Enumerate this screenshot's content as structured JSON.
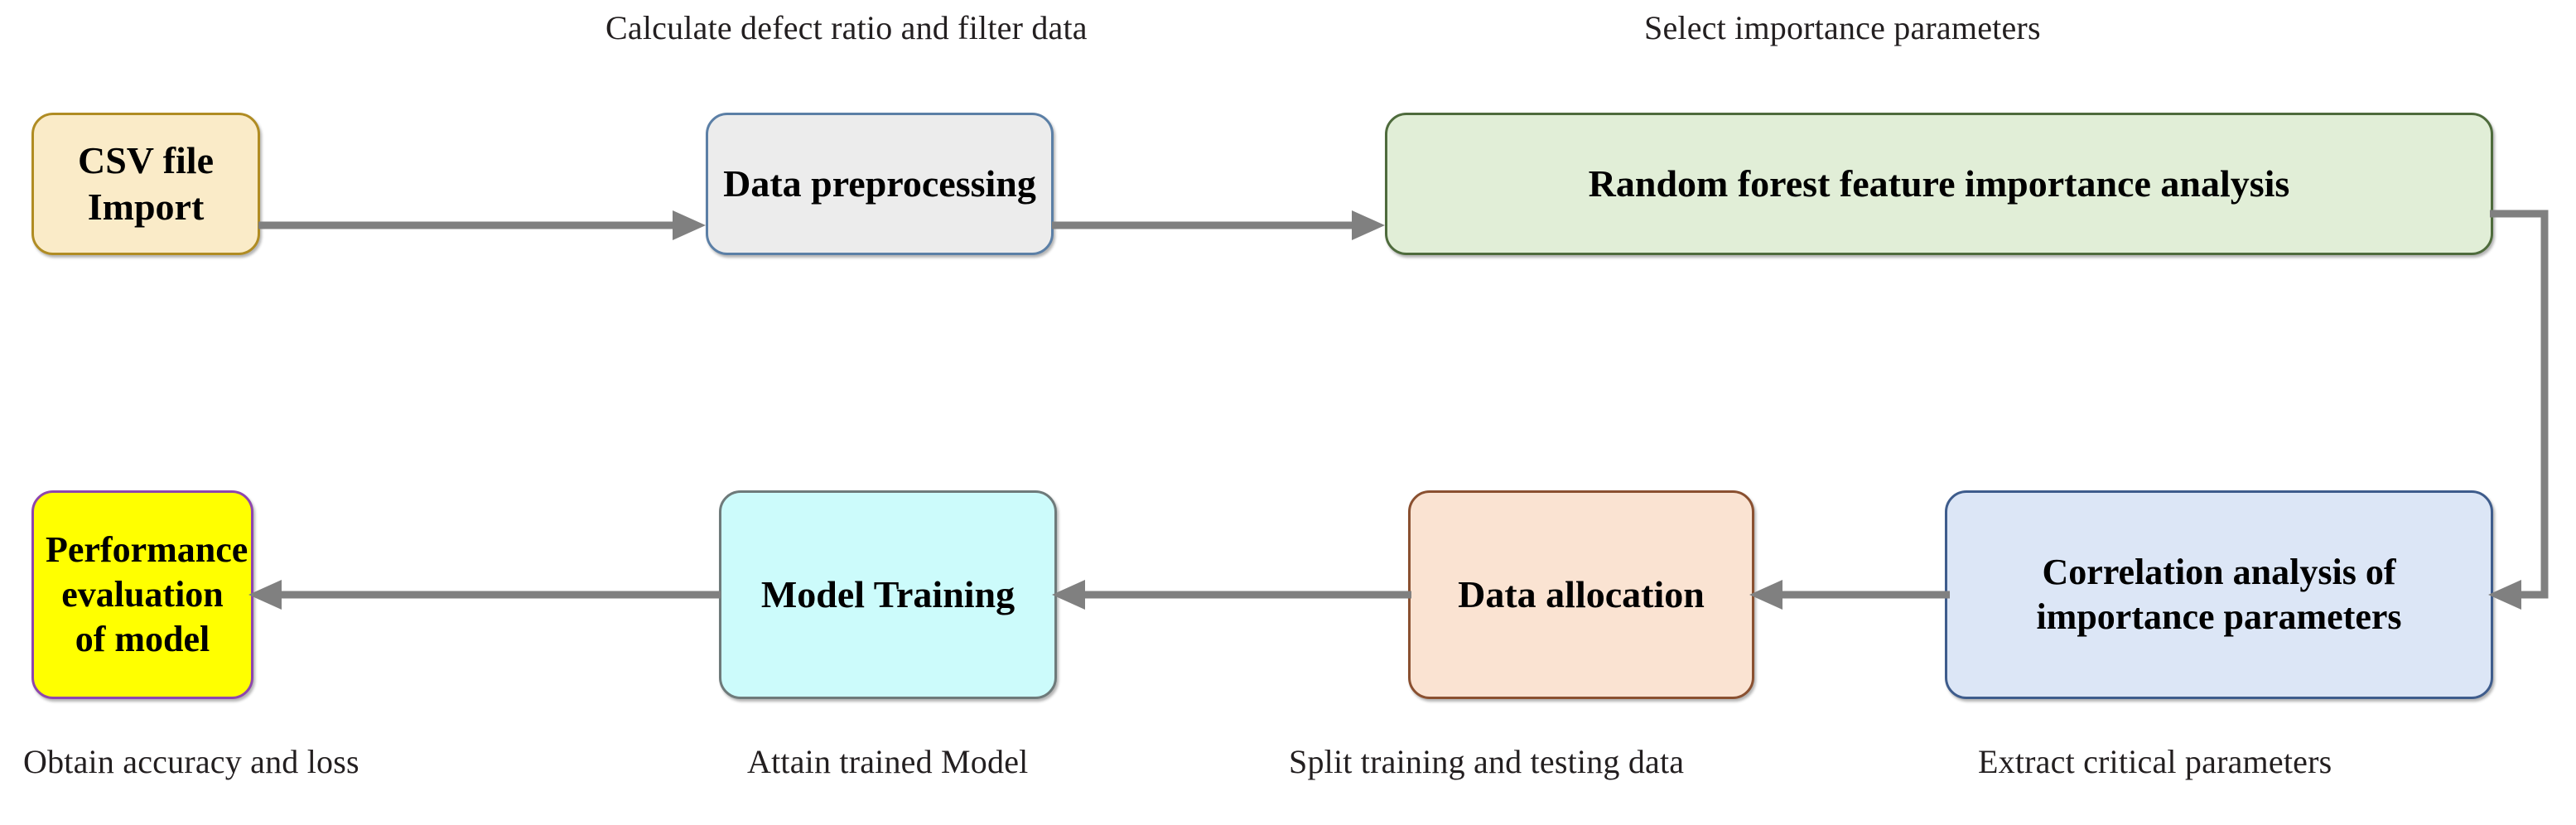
{
  "diagram": {
    "title": "Machine learning workflow flowchart",
    "background": "#ffffff",
    "connector_color": "#808080"
  },
  "annotations_top": [
    {
      "id": "ann-calc",
      "text": "Calculate defect ratio and filter data"
    },
    {
      "id": "ann-select",
      "text": "Select importance parameters"
    }
  ],
  "nodes": [
    {
      "id": "csv-file-import",
      "label": "CSV file Import",
      "fill": "#FAEBC8",
      "border": "#B08C23",
      "row": 1
    },
    {
      "id": "data-preprocessing",
      "label": "Data preprocessing",
      "fill": "#ECECEC",
      "border": "#5B7FA6",
      "row": 1
    },
    {
      "id": "random-forest-feature-importance-analysis",
      "label": "Random forest feature importance analysis",
      "fill": "#E1EED7",
      "border": "#4E6B3C",
      "row": 1
    },
    {
      "id": "correlation-analysis-of-importance-parameters",
      "label": "Correlation analysis of importance parameters",
      "fill": "#DCE6F6",
      "border": "#3E5C8C",
      "row": 2
    },
    {
      "id": "data-allocation",
      "label": "Data allocation",
      "fill": "#FAE3D2",
      "border": "#8A5030",
      "row": 2
    },
    {
      "id": "model-training",
      "label": "Model Training",
      "fill": "#CCFBFB",
      "border": "#6E7A7A",
      "row": 2
    },
    {
      "id": "performance-evaluation-of-model",
      "label": "Performance evaluation of model",
      "fill": "#FFFF00",
      "border": "#8E46AE",
      "row": 2
    }
  ],
  "annotations_bottom": [
    {
      "id": "ann-accuracy",
      "text": "Obtain accuracy and loss"
    },
    {
      "id": "ann-trained",
      "text": "Attain trained Model"
    },
    {
      "id": "ann-split",
      "text": "Split training and testing data"
    },
    {
      "id": "ann-extract",
      "text": "Extract critical parameters"
    }
  ],
  "edges": [
    {
      "id": "edge-csv-to-prep",
      "from": "csv-file-import",
      "to": "data-preprocessing",
      "style": "straight-right"
    },
    {
      "id": "edge-prep-to-rf",
      "from": "data-preprocessing",
      "to": "random-forest-feature-importance-analysis",
      "style": "straight-right"
    },
    {
      "id": "edge-rf-to-corr",
      "from": "random-forest-feature-importance-analysis",
      "to": "correlation-analysis-of-importance-parameters",
      "style": "elbow-down-left"
    },
    {
      "id": "edge-corr-to-alloc",
      "from": "correlation-analysis-of-importance-parameters",
      "to": "data-allocation",
      "style": "straight-left"
    },
    {
      "id": "edge-alloc-to-train",
      "from": "data-allocation",
      "to": "model-training",
      "style": "straight-left"
    },
    {
      "id": "edge-train-to-perf",
      "from": "model-training",
      "to": "performance-evaluation-of-model",
      "style": "straight-left"
    }
  ]
}
